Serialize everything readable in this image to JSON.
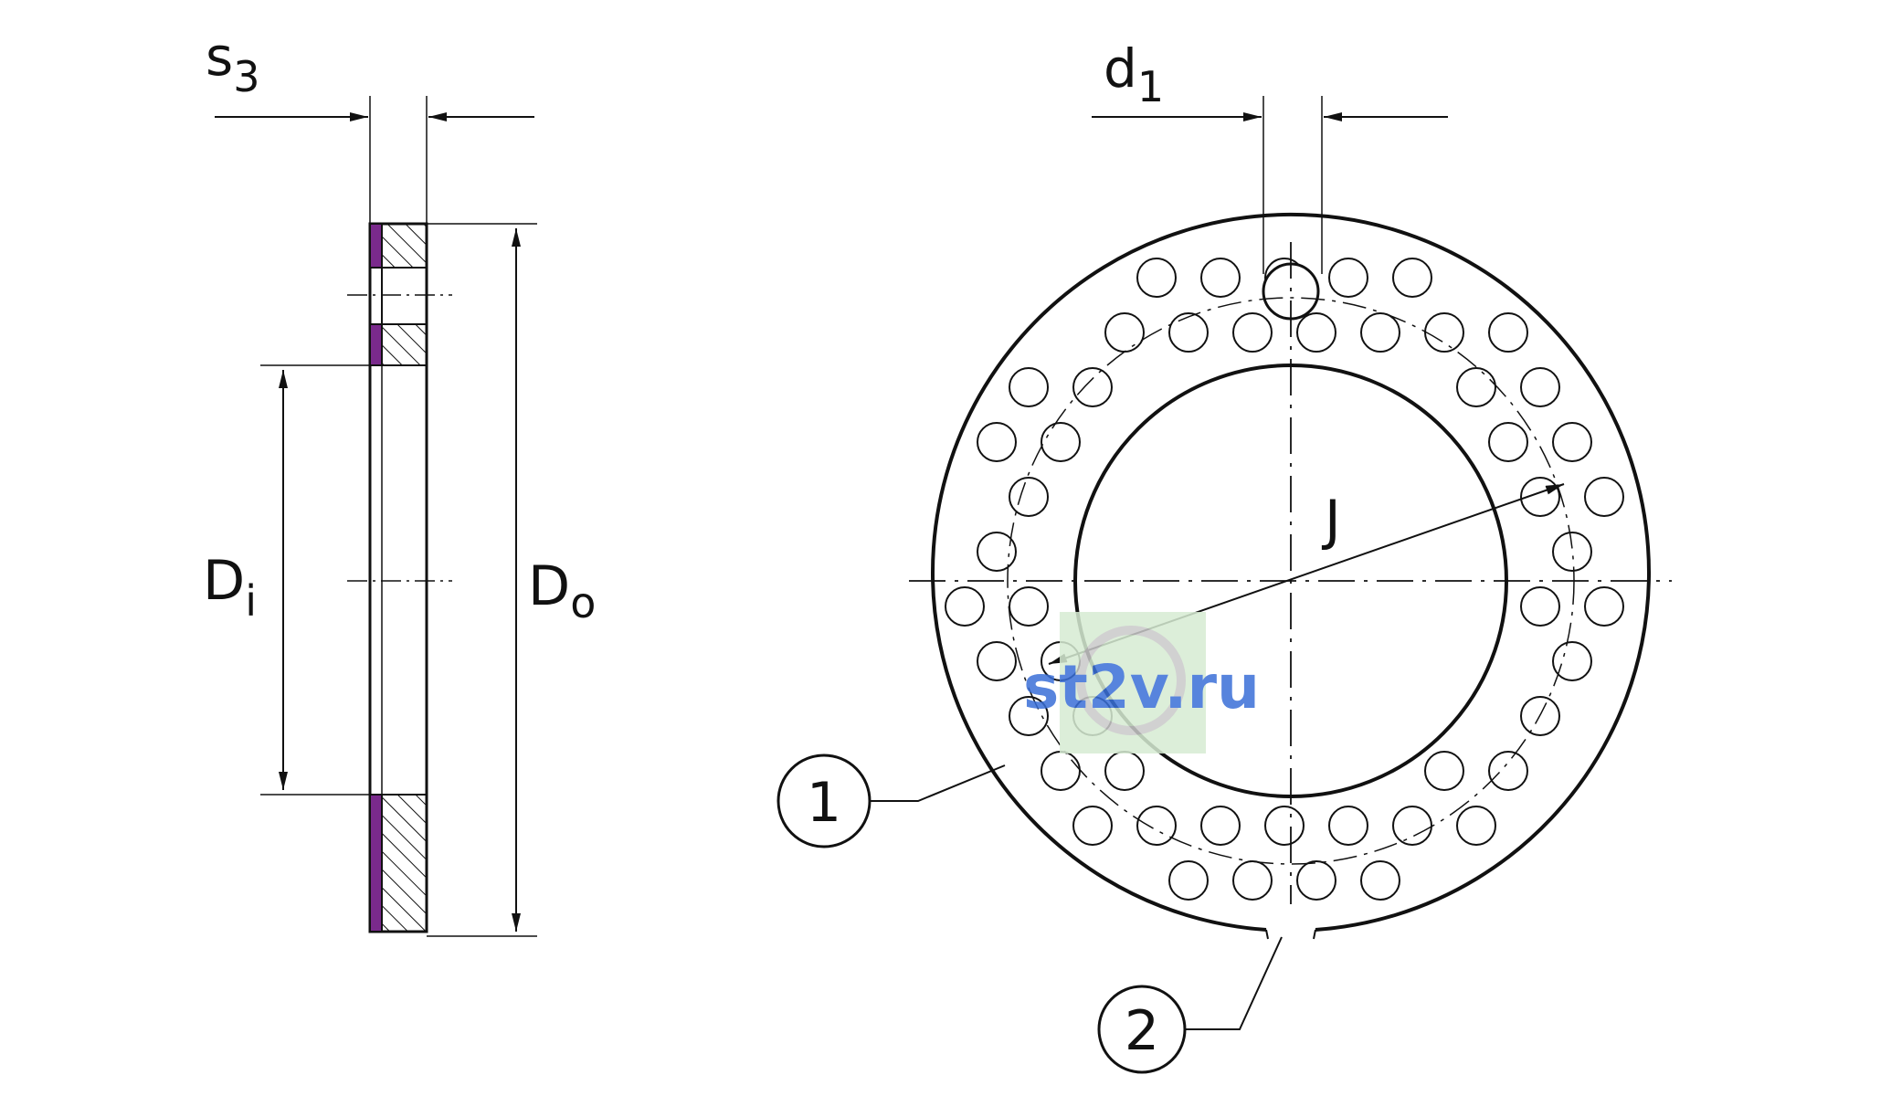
{
  "labels": {
    "s3_main": "s",
    "s3_sub": "3",
    "d1_main": "d",
    "d1_sub": "1",
    "di_main": "D",
    "di_sub": "i",
    "do_main": "D",
    "do_sub": "o",
    "j": "J",
    "callout_1": "1",
    "callout_2": "2"
  },
  "watermark": {
    "text": "st2v.ru",
    "color": "#3a6fd8",
    "bg": "#d7ecd3"
  },
  "colors": {
    "line": "#111111",
    "liner": "#7a2a8c"
  }
}
